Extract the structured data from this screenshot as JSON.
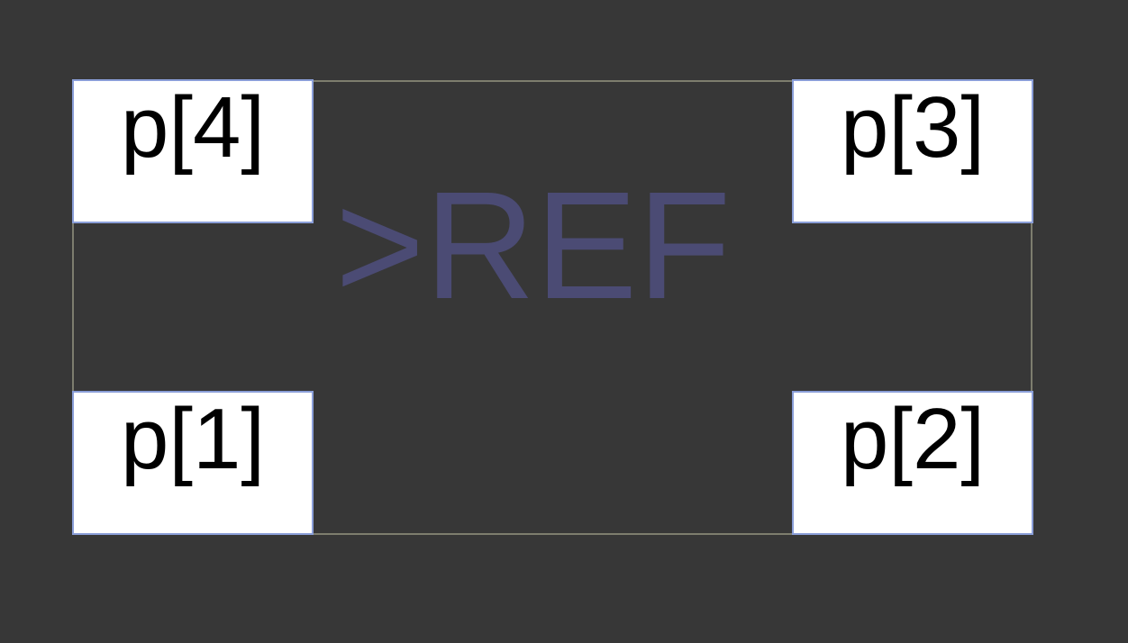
{
  "symbol": {
    "reference": ">REF",
    "reference_color": "#4b4b74",
    "outline_color": "#7d7d6e",
    "background_color": "#373737"
  },
  "pins": {
    "pin4": {
      "label": "p[4]"
    },
    "pin3": {
      "label": "p[3]"
    },
    "pin1": {
      "label": "p[1]"
    },
    "pin2": {
      "label": "p[2]"
    },
    "fill_color": "#ffffff",
    "border_color": "#8a9ed8"
  }
}
